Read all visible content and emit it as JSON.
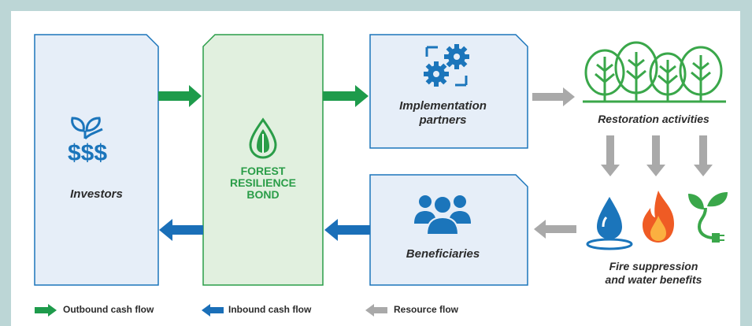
{
  "colors": {
    "outbound": "#1e9b4b",
    "inbound": "#1a6fb8",
    "resource": "#a9a9a9",
    "tree": "#3aa74a",
    "box_blue": "#e6eef8",
    "box_green": "#e1f0df"
  },
  "nodes": {
    "investors": "Investors",
    "bond_line1": "FOREST",
    "bond_line2": "RESILIENCE",
    "bond_line3": "BOND",
    "implementation_line1": "Implementation",
    "implementation_line2": "partners",
    "beneficiaries": "Beneficiaries",
    "restoration": "Restoration activities",
    "benefits_line1": "Fire suppression",
    "benefits_line2": "and water benefits"
  },
  "legend": {
    "outbound": "Outbound cash flow",
    "inbound": "Inbound cash flow",
    "resource": "Resource flow"
  }
}
